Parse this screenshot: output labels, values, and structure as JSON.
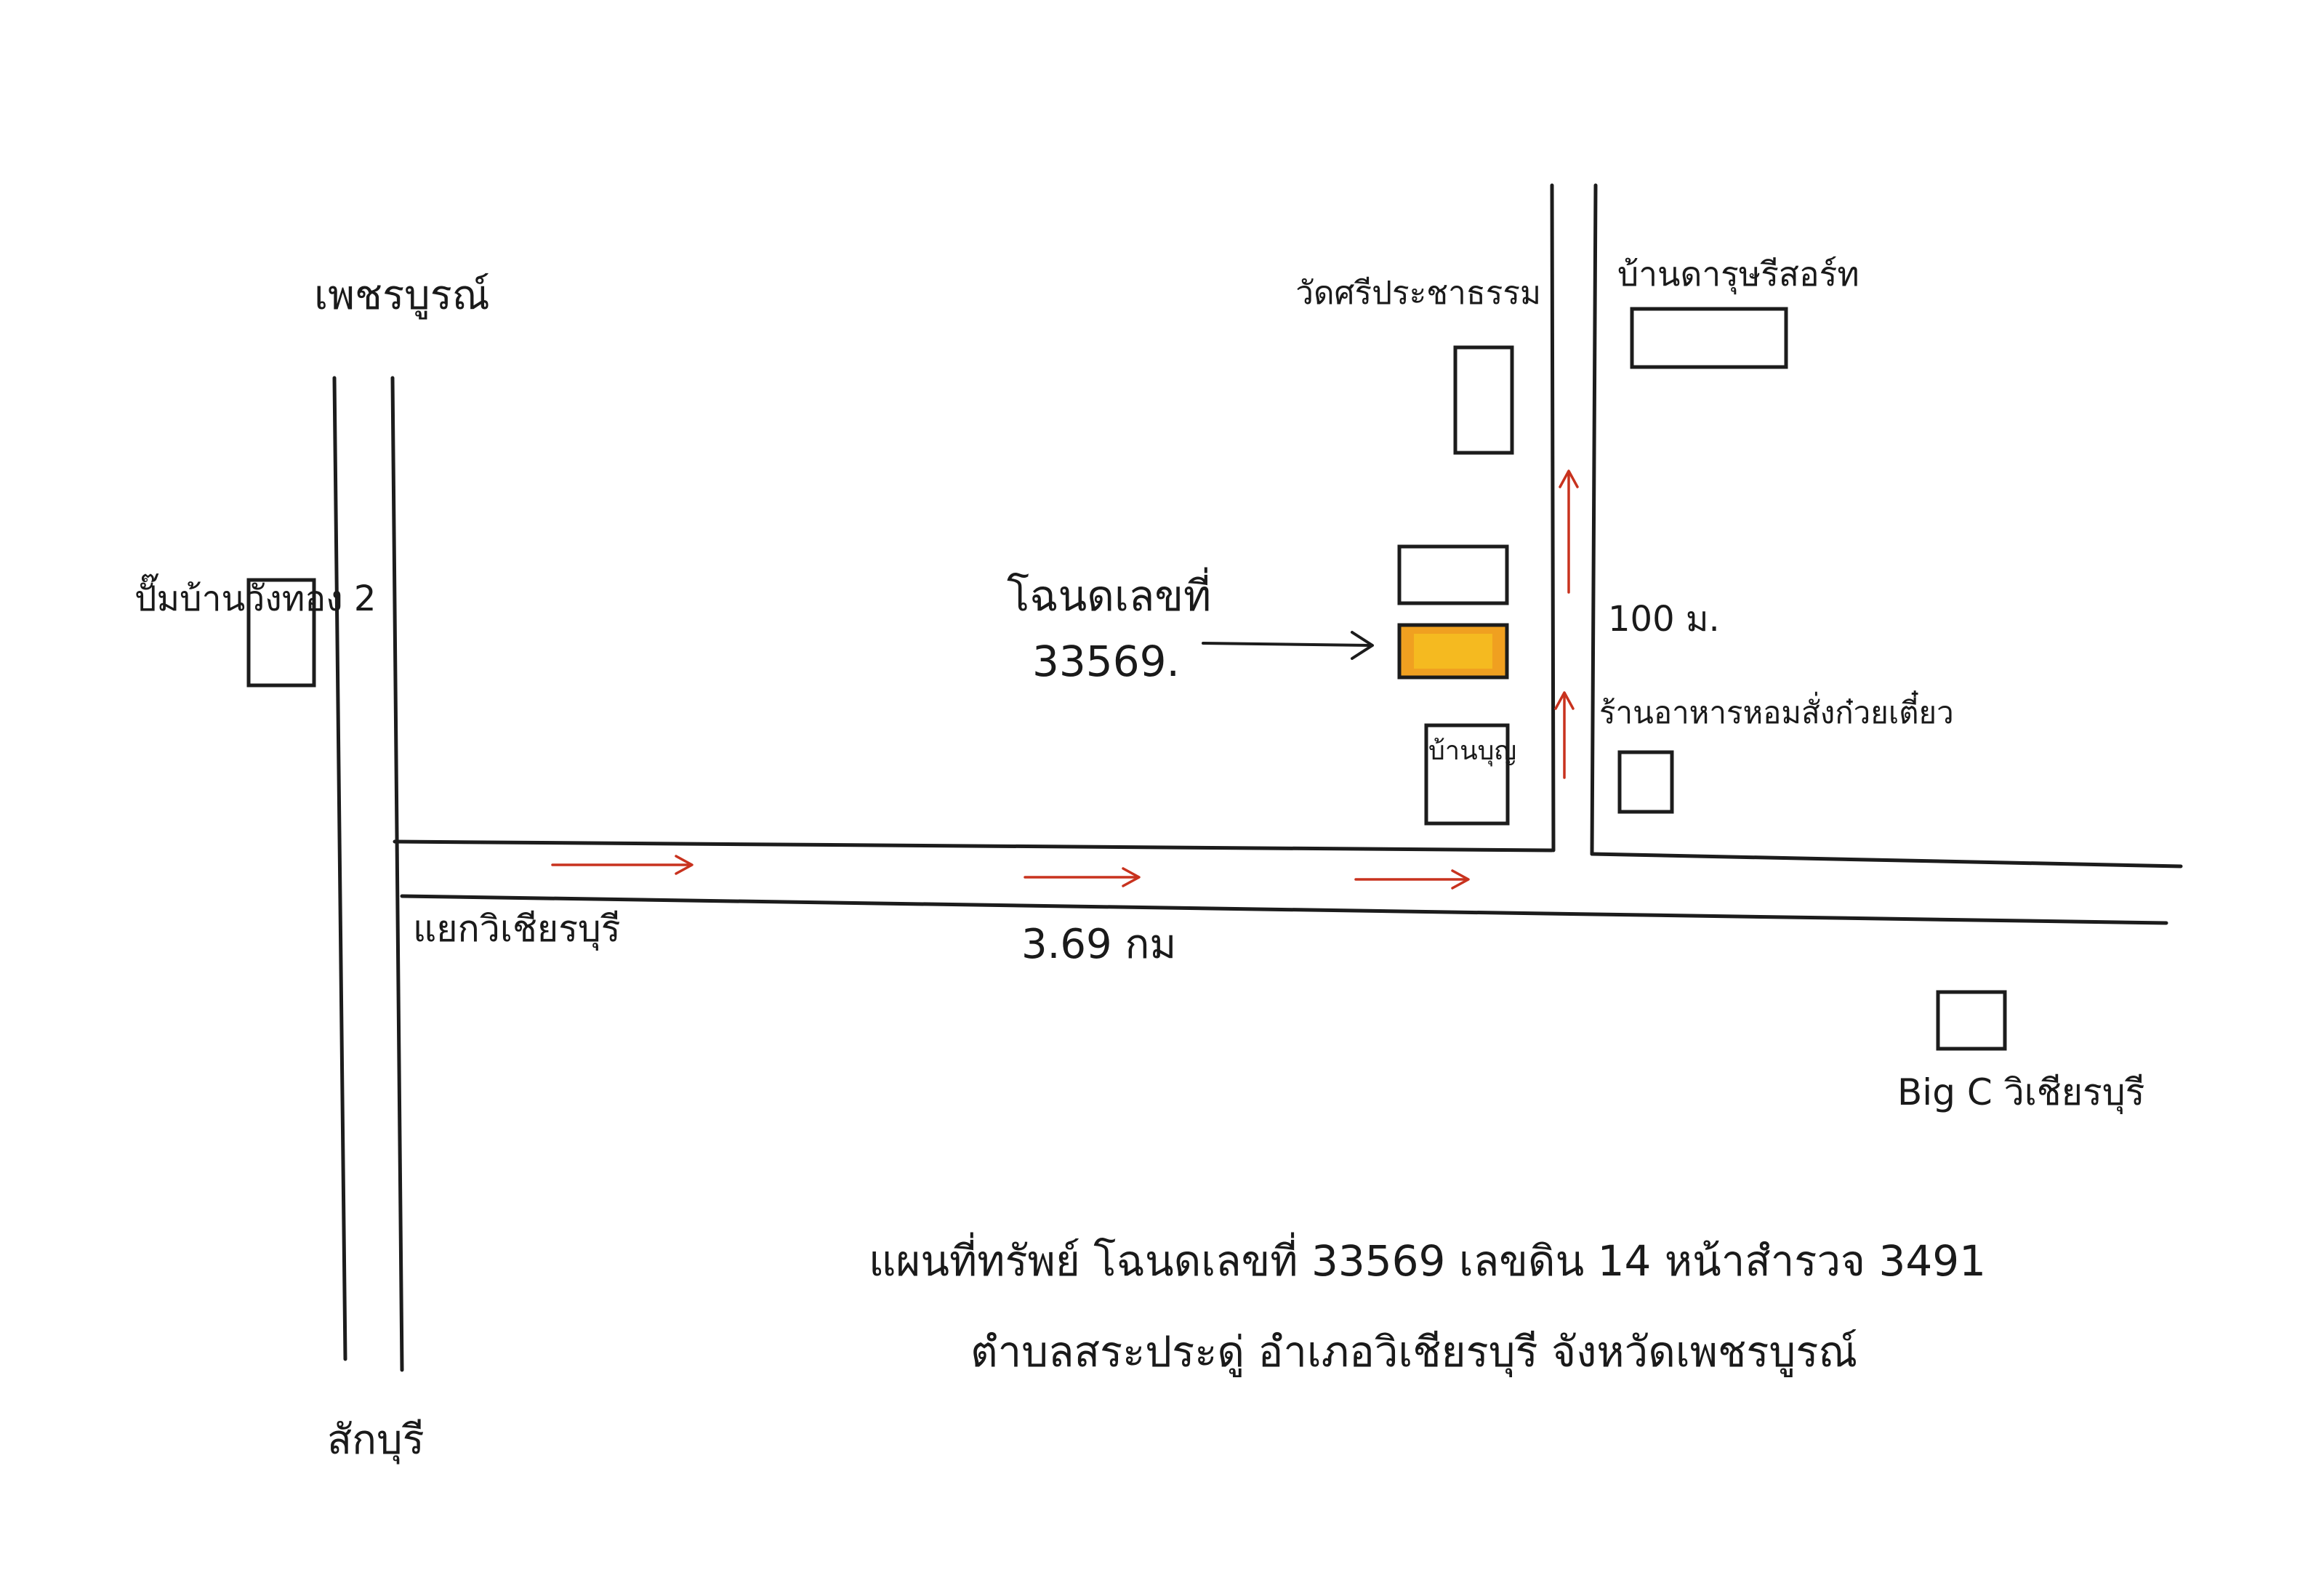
{
  "map": {
    "labels": {
      "north_destination": "เพชรบูรณ์",
      "south_destination": "สักบุรี",
      "junction": "แยกวิเชียรบุรี",
      "distance_main": "3.69 กม",
      "distance_side": "100 ม.",
      "gas_station": "ปั๊มบ้านวังทอง 2",
      "temple": "วัดศรีประชาธรรม",
      "store": "บ้านดารุษรีสอร์ท",
      "restaurant": "ร้านอาหารหอมสั่งก๋วยเตี๋ยว",
      "neighbor_house": "บ้านบุญ",
      "big_c": "Big C วิเชียรบุรี",
      "plot_label_line1": "โฉนดเลขที่",
      "plot_label_line2": "33569."
    },
    "caption": {
      "line1": "แผนที่ทรัพย์ โฉนดเลขที่ 33569 เลขดิน 14 หน้าสำรวจ 3491",
      "line2": "ตำบลสระประดู่ อำเภอวิเชียรบุรี จังหวัดเพชรบูรณ์"
    },
    "colors": {
      "ink": "#1c1c1c",
      "route_arrow": "#c8321e",
      "plot_fill": "#f0a020",
      "plot_fill_inner": "#f6c020"
    }
  }
}
